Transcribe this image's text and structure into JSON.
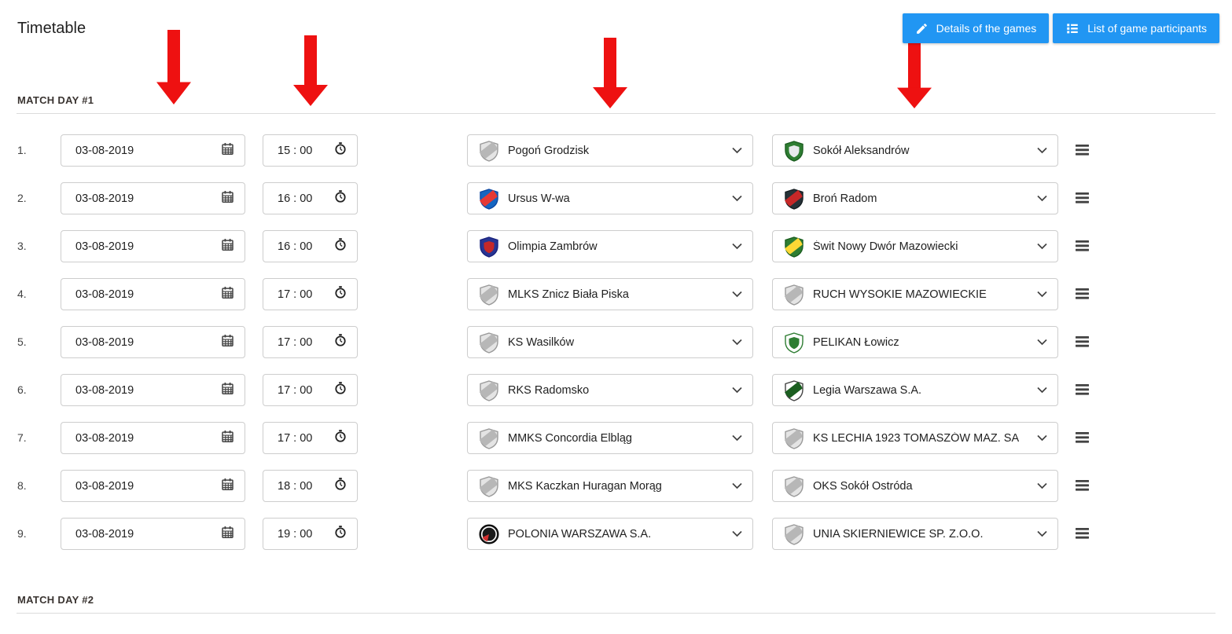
{
  "page": {
    "title": "Timetable",
    "buttons": [
      {
        "label": "Details of the games",
        "icon": "pencil-icon"
      },
      {
        "label": "List of game participants",
        "icon": "list-icon"
      }
    ]
  },
  "colors": {
    "accent_blue": "#2196f3",
    "arrow_red": "#ee1111",
    "input_border": "#cdcdcd",
    "divider": "#dcdcdc",
    "text_primary": "#212121",
    "text_secondary": "#424242"
  },
  "icons": {
    "pencil": "pencil-icon",
    "list": "list-icon",
    "calendar": "calendar-icon",
    "clock": "clock-icon",
    "chevron": "chevron-down-icon",
    "drag": "drag-handle-icon"
  },
  "annotations": {
    "arrows": [
      {
        "target": "date-column",
        "color": "#ee1111"
      },
      {
        "target": "time-column",
        "color": "#ee1111"
      },
      {
        "target": "home-team-column",
        "color": "#ee1111"
      },
      {
        "target": "away-team-column",
        "color": "#ee1111"
      }
    ]
  },
  "match_days": [
    {
      "label": "MATCH DAY #1",
      "rows": [
        {
          "num": "1.",
          "date": "03-08-2019",
          "time": "15 : 00",
          "home": {
            "name": "Pogoń Grodzisk",
            "logo": {
              "type": "placeholder"
            }
          },
          "away": {
            "name": "Sokół Aleksandrów",
            "logo": {
              "type": "shield",
              "bg": "#2e7d32",
              "inner": "#e8eaed",
              "stroke": "#1b5e20"
            }
          }
        },
        {
          "num": "2.",
          "date": "03-08-2019",
          "time": "16 : 00",
          "home": {
            "name": "Ursus W-wa",
            "logo": {
              "type": "shield",
              "bg": "#1565c0",
              "band": "#e53935",
              "stroke": "#0d47a1"
            }
          },
          "away": {
            "name": "Broń Radom",
            "logo": {
              "type": "shield",
              "bg": "#263238",
              "band": "#c62828",
              "stroke": "#161e22"
            }
          }
        },
        {
          "num": "3.",
          "date": "03-08-2019",
          "time": "16 : 00",
          "home": {
            "name": "Olimpia Zambrów",
            "logo": {
              "type": "shield",
              "bg": "#283593",
              "inner": "#c62828",
              "stroke": "#1a237e"
            }
          },
          "away": {
            "name": "Świt Nowy Dwór Mazowiecki",
            "logo": {
              "type": "shield",
              "bg": "#2e7d32",
              "band": "#fdd835",
              "stroke": "#1b5e20"
            }
          }
        },
        {
          "num": "4.",
          "date": "03-08-2019",
          "time": "17 : 00",
          "home": {
            "name": "MLKS Znicz Biała Piska",
            "logo": {
              "type": "placeholder"
            }
          },
          "away": {
            "name": "RUCH WYSOKIE MAZOWIECKIE",
            "logo": {
              "type": "placeholder"
            }
          }
        },
        {
          "num": "5.",
          "date": "03-08-2019",
          "time": "17 : 00",
          "home": {
            "name": "KS Wasilków",
            "logo": {
              "type": "placeholder"
            }
          },
          "away": {
            "name": "PELIKAN Łowicz",
            "logo": {
              "type": "shield",
              "bg": "#ffffff",
              "inner": "#2e7d32",
              "stroke": "#2e7d32"
            }
          }
        },
        {
          "num": "6.",
          "date": "03-08-2019",
          "time": "17 : 00",
          "home": {
            "name": "RKS Radomsko",
            "logo": {
              "type": "placeholder"
            }
          },
          "away": {
            "name": "Legia Warszawa S.A.",
            "logo": {
              "type": "shield",
              "bg": "#ffffff",
              "band": "#1b5e20",
              "stroke": "#424242"
            }
          }
        },
        {
          "num": "7.",
          "date": "03-08-2019",
          "time": "17 : 00",
          "home": {
            "name": "MMKS Concordia Elbląg",
            "logo": {
              "type": "placeholder"
            }
          },
          "away": {
            "name": "KS LECHIA 1923 TOMASZÓW MAZ. SA",
            "logo": {
              "type": "placeholder"
            }
          }
        },
        {
          "num": "8.",
          "date": "03-08-2019",
          "time": "18 : 00",
          "home": {
            "name": "MKS Kaczkan Huragan Morąg",
            "logo": {
              "type": "placeholder"
            }
          },
          "away": {
            "name": "OKS Sokół Ostróda",
            "logo": {
              "type": "placeholder"
            }
          }
        },
        {
          "num": "9.",
          "date": "03-08-2019",
          "time": "19 : 00",
          "home": {
            "name": "POLONIA WARSZAWA S.A.",
            "logo": {
              "type": "circle",
              "bg": "#1a1a1a",
              "band": "#d32f2f",
              "stroke": "#000000"
            }
          },
          "away": {
            "name": "UNIA SKIERNIEWICE SP. Z.O.O.",
            "logo": {
              "type": "placeholder"
            }
          }
        }
      ]
    },
    {
      "label": "MATCH DAY #2",
      "rows": []
    }
  ]
}
